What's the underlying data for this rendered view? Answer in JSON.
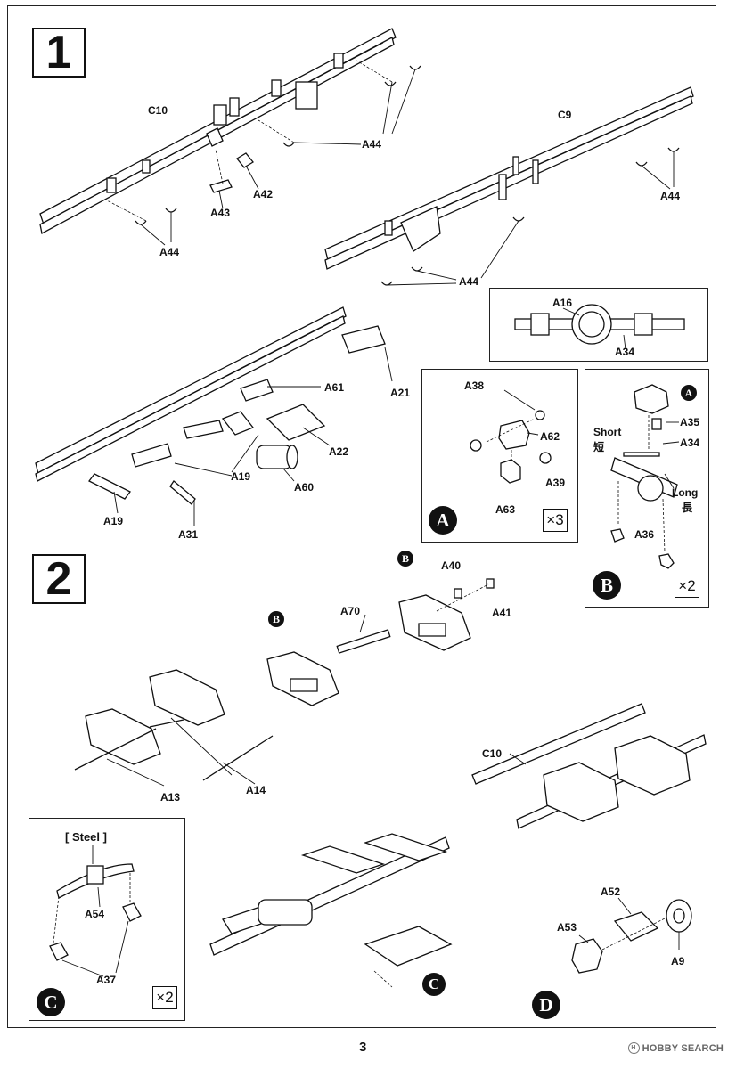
{
  "page_number": "3",
  "watermark": "HOBBY SEARCH",
  "steps": [
    {
      "number": "1"
    },
    {
      "number": "2"
    }
  ],
  "step1": {
    "frame_labels": {
      "left": "C10",
      "right": "C9"
    },
    "parts": [
      "A44",
      "A44",
      "A42",
      "A43",
      "A44",
      "A44",
      "A44",
      "A61",
      "A21",
      "A22",
      "A19",
      "A60",
      "A19",
      "A31"
    ],
    "subpanel_axle": {
      "labels": [
        "A16",
        "A34"
      ]
    },
    "subpanel_a": {
      "callout": "A",
      "labels": [
        "A38",
        "A62",
        "A39",
        "A63"
      ],
      "multiplier": "×3"
    },
    "subpanel_b": {
      "callout": "B",
      "ref_callout": "A",
      "labels": [
        "A35",
        "A34",
        "A36"
      ],
      "short_en": "Short",
      "short_jp": "短",
      "long_en": "Long",
      "long_jp": "長",
      "multiplier": "×2"
    }
  },
  "step2": {
    "callouts": [
      "B",
      "B",
      "C",
      "D"
    ],
    "labels": [
      "A40",
      "A41",
      "A70",
      "A13",
      "A14",
      "C10",
      "A52",
      "A53",
      "A9"
    ],
    "subpanel_c": {
      "callout": "C",
      "material": "[ Steel ]",
      "labels": [
        "A54",
        "A37"
      ],
      "multiplier": "×2"
    }
  }
}
